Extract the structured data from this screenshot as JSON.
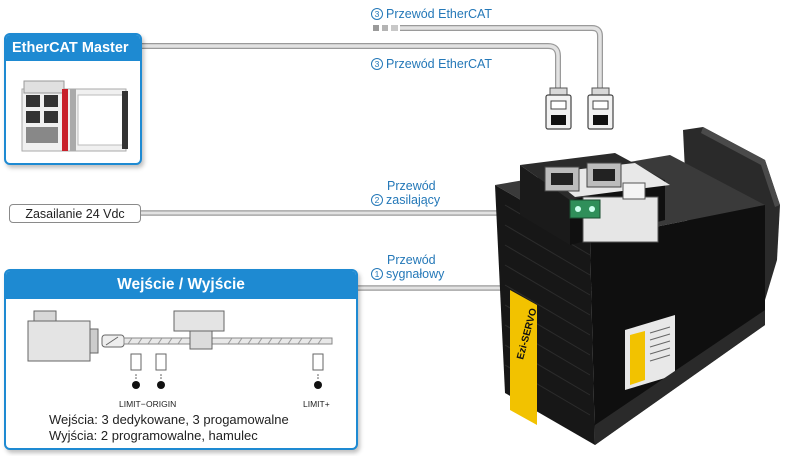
{
  "master": {
    "title": "EtherCAT Master"
  },
  "power": {
    "label": "Zasailanie 24 Vdc"
  },
  "cables": {
    "ethercat_top": {
      "num": "3",
      "text": "Przewód EtherCAT"
    },
    "ethercat_bottom": {
      "num": "3",
      "text": "Przewód EtherCAT"
    },
    "power": {
      "num": "2",
      "line1": "Przewód",
      "line2": "zasilający"
    },
    "signal": {
      "num": "1",
      "line1": "Przewód",
      "line2": "sygnałowy"
    }
  },
  "io": {
    "title": "Wejście / Wyjście",
    "sensors": {
      "limit_minus": "LIMIT−",
      "origin": "ORIGIN",
      "limit_plus": "LIMIT+"
    },
    "inputs": "Wejścia: 3 dedykowane, 3 progamowalne",
    "outputs": "Wyjścia: 2 programowalne, hamulec"
  },
  "motor": {
    "brand": "Ezi-SERVO"
  },
  "colors": {
    "accent": "#1e8ad2",
    "cable": "#c8c8c8",
    "motor_body": "#151515",
    "brand_label": "#f2c200"
  }
}
